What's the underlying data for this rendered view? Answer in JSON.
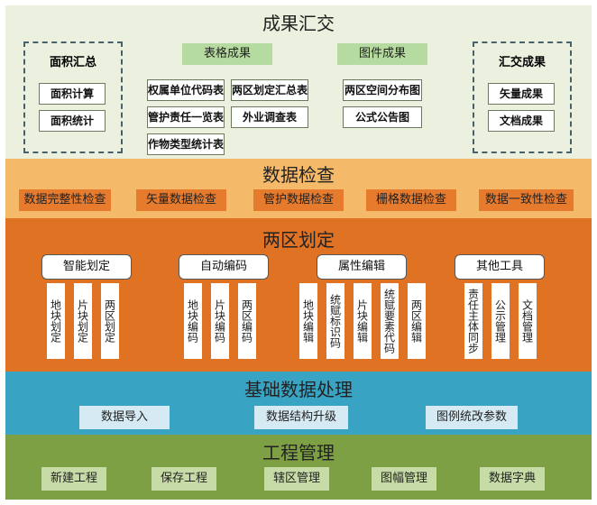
{
  "colors": {
    "results": "#ebf1de",
    "check": "#f5b96a",
    "zoning": "#e07224",
    "basic": "#39a3c3",
    "project": "#7ea045"
  },
  "results": {
    "title": "成果汇交",
    "area_group": {
      "title": "面积汇总",
      "items": [
        "面积计算",
        "面积统计"
      ]
    },
    "table_header": "表格成果",
    "table_items": [
      "权属单位代码表",
      "两区划定汇总表",
      "管护责任一览表",
      "外业调查表",
      "作物类型统计表"
    ],
    "map_header": "图件成果",
    "map_items": [
      "两区空间分布图",
      "公式公告图"
    ],
    "submit_group": {
      "title": "汇交成果",
      "items": [
        "矢量成果",
        "文档成果"
      ]
    }
  },
  "check": {
    "title": "数据检查",
    "items": [
      "数据完整性检查",
      "矢量数据检查",
      "管护数据检查",
      "栅格数据检查",
      "数据一致性检查"
    ]
  },
  "zoning": {
    "title": "两区划定",
    "tools": [
      {
        "label": "智能划定",
        "subs": [
          "地块划定",
          "片块划定",
          "两区划定"
        ]
      },
      {
        "label": "自动编码",
        "subs": [
          "地块编码",
          "片块编码",
          "两区编码"
        ]
      },
      {
        "label": "属性编辑",
        "subs": [
          "地块编辑",
          "统赋标识码",
          "片块编辑",
          "统赋要素代码",
          "两区编辑"
        ]
      },
      {
        "label": "其他工具",
        "subs": [
          "责任主体同步",
          "公示管理",
          "文档管理"
        ]
      }
    ]
  },
  "basic": {
    "title": "基础数据处理",
    "items": [
      "数据导入",
      "数据结构升级",
      "图例统改参数"
    ]
  },
  "project": {
    "title": "工程管理",
    "items": [
      "新建工程",
      "保存工程",
      "辖区管理",
      "图幅管理",
      "数据字典"
    ]
  }
}
